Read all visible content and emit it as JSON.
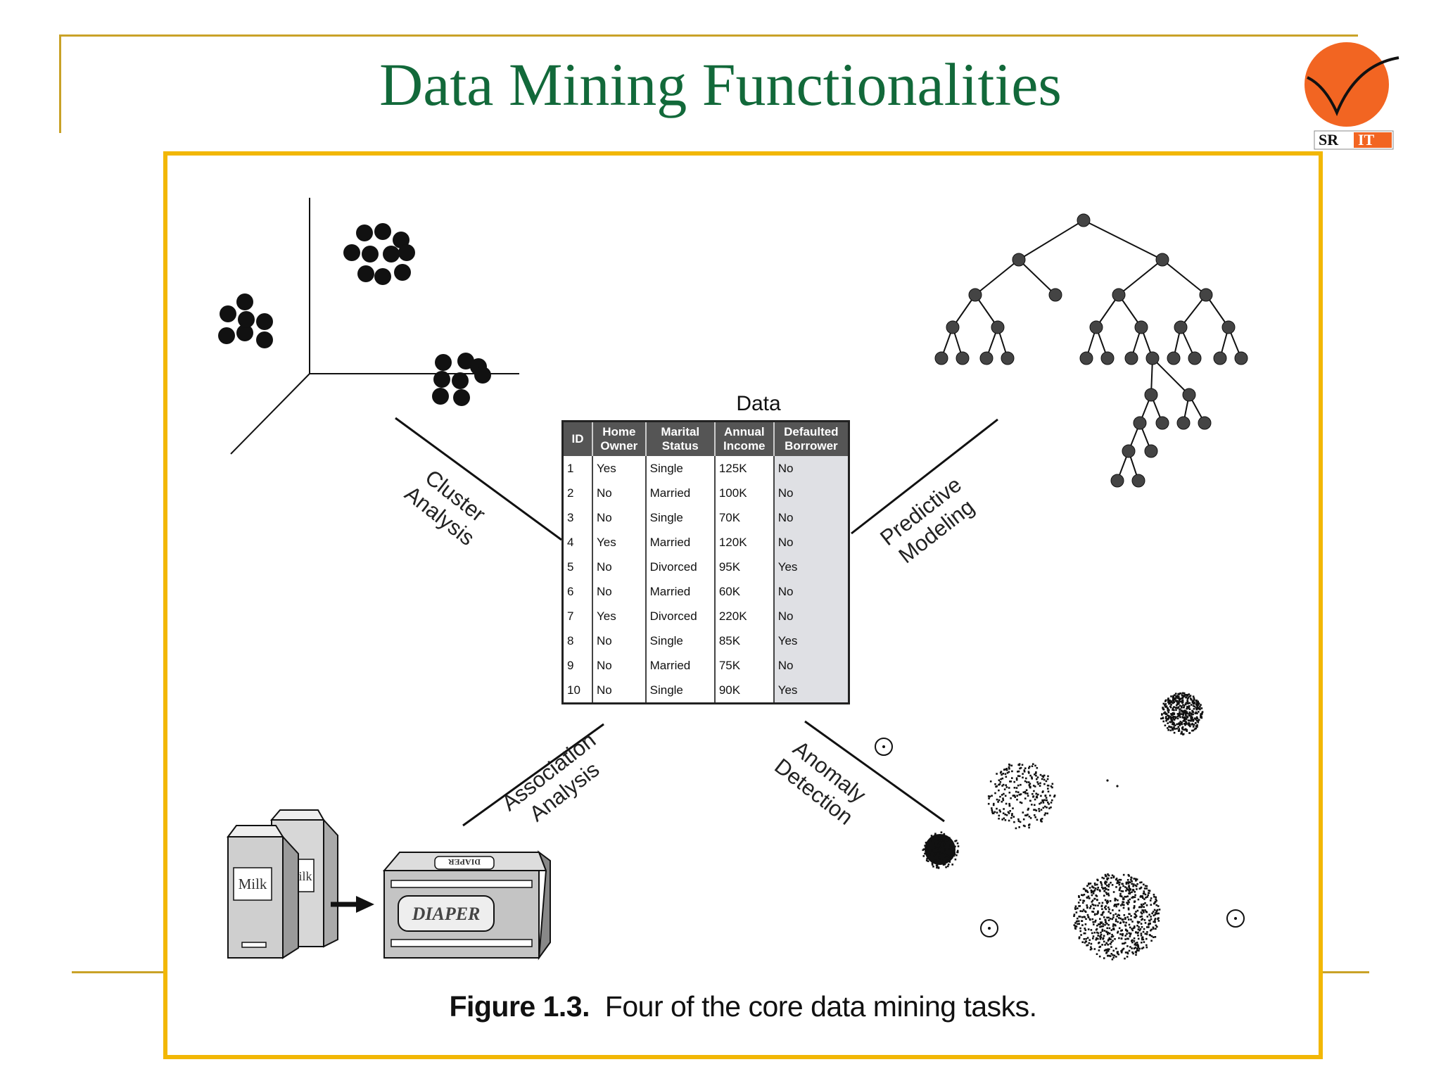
{
  "slide": {
    "title": "Data Mining Functionalities",
    "logo_text": "SR IT"
  },
  "figure": {
    "data_title": "Data",
    "caption_number": "Figure 1.3.",
    "caption_text": "Four of the core data mining tasks.",
    "table": {
      "headers": [
        [
          "ID"
        ],
        [
          "Home",
          "Owner"
        ],
        [
          "Marital",
          "Status"
        ],
        [
          "Annual",
          "Income"
        ],
        [
          "Defaulted",
          "Borrower"
        ]
      ],
      "rows": [
        [
          "1",
          "Yes",
          "Single",
          "125K",
          "No"
        ],
        [
          "2",
          "No",
          "Married",
          "100K",
          "No"
        ],
        [
          "3",
          "No",
          "Single",
          "70K",
          "No"
        ],
        [
          "4",
          "Yes",
          "Married",
          "120K",
          "No"
        ],
        [
          "5",
          "No",
          "Divorced",
          "95K",
          "Yes"
        ],
        [
          "6",
          "No",
          "Married",
          "60K",
          "No"
        ],
        [
          "7",
          "Yes",
          "Divorced",
          "220K",
          "No"
        ],
        [
          "8",
          "No",
          "Single",
          "85K",
          "Yes"
        ],
        [
          "9",
          "No",
          "Married",
          "75K",
          "No"
        ],
        [
          "10",
          "No",
          "Single",
          "90K",
          "Yes"
        ]
      ]
    },
    "tasks": {
      "cluster": [
        "Cluster",
        "Analysis"
      ],
      "predictive": [
        "Predictive",
        "Modeling"
      ],
      "association": [
        "Association",
        "Analysis"
      ],
      "anomaly": [
        "Anomaly",
        "Detection"
      ]
    },
    "association_items": {
      "milk_label": "Milk",
      "milk_back_label": "Milk",
      "diaper_label": "DIAPER",
      "diaper_top_label": "DIAPER"
    }
  },
  "colors": {
    "title": "#12693a",
    "frame": "#f2b705",
    "rule": "#c9a227",
    "logo": "#f26522"
  }
}
